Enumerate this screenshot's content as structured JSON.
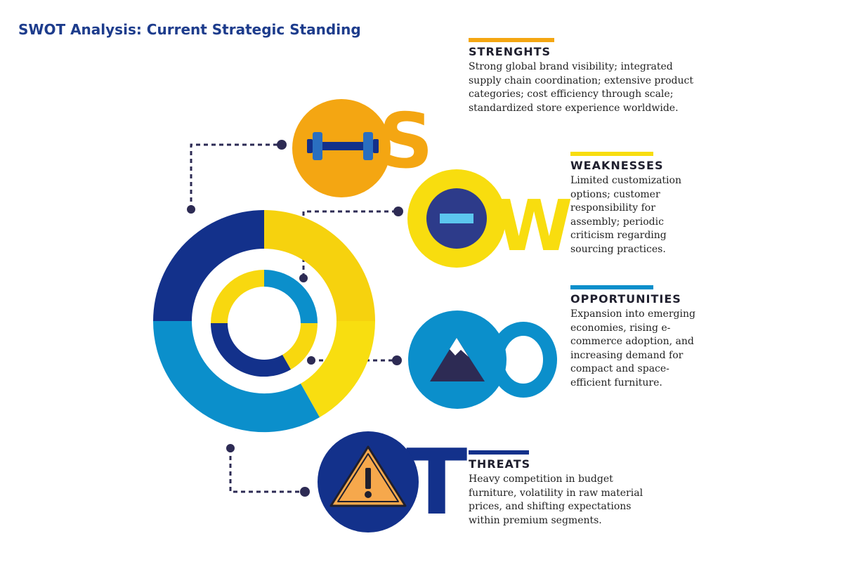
{
  "title": "SWOT Analysis: Current Strategic Standing",
  "colors": {
    "navy": "#13318b",
    "orange": "#f4a612",
    "yellow": "#f8dd0f",
    "blue": "#0b8fcb",
    "dark": "#2d2b54",
    "connector": "#2d2b54"
  },
  "sections": {
    "strengths": {
      "letter": "S",
      "heading": "STRENGHTS",
      "icon": "dumbbell-icon",
      "text": "Strong global brand visibility; integrated supply chain coordination; extensive product categories; cost efficiency through scale; standardized store experience worldwide."
    },
    "weaknesses": {
      "letter": "W",
      "heading": "WEAKNESSES",
      "icon": "minus-icon",
      "text": "Limited customization options; customer responsibility for assembly; periodic criticism regarding sourcing practices."
    },
    "opportunities": {
      "letter": "O",
      "heading": "OPPORTUNITIES",
      "icon": "mountain-icon",
      "text": "Expansion into emerging economies, rising e-commerce adoption, and increasing demand for compact and space-efficient furniture."
    },
    "threats": {
      "letter": "T",
      "heading": "THREATS",
      "icon": "warning-icon",
      "text": "Heavy competition in budget furniture, volatility in raw material prices, and shifting expectations within premium segments."
    }
  }
}
